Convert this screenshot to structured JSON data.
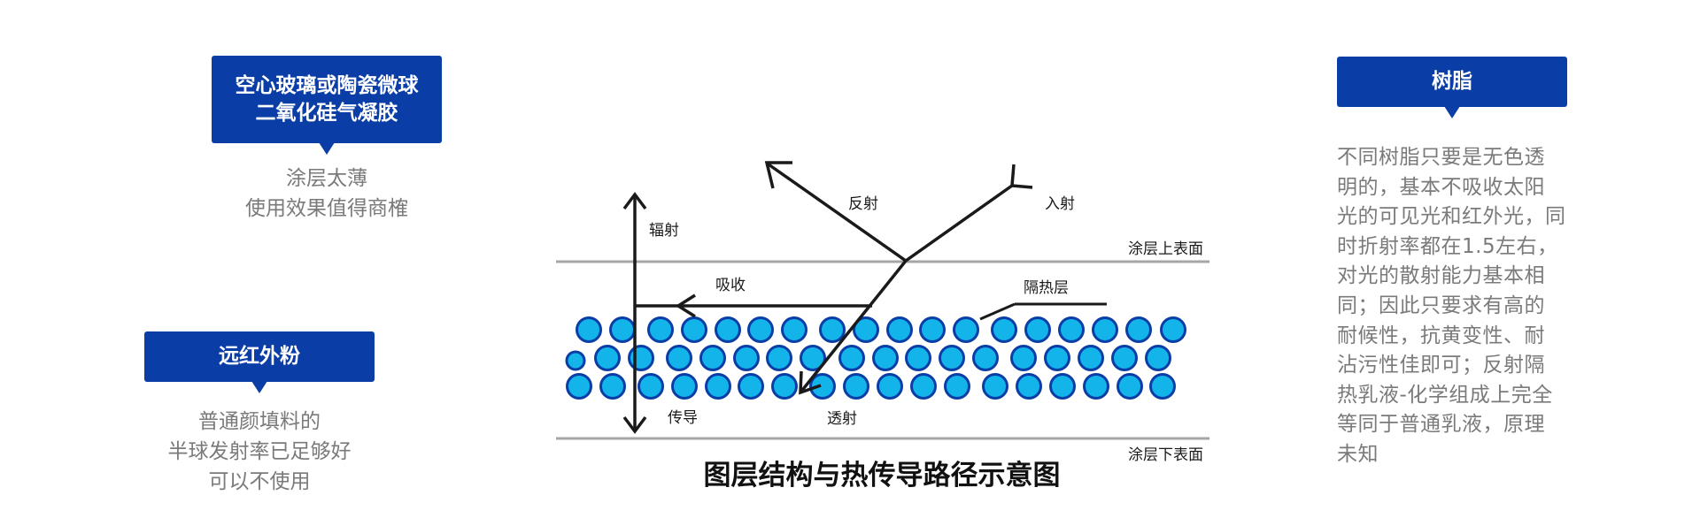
{
  "callouts": [
    {
      "title_lines": [
        "空心玻璃或陶瓷微球",
        "二氧化硅气凝胶"
      ],
      "note_lines": [
        "涂层太薄",
        "使用效果值得商榷"
      ]
    },
    {
      "title_lines": [
        "远红外粉"
      ],
      "note_lines": [
        "普通颜填料的",
        "半球发射率已足够好",
        "可以不使用"
      ]
    },
    {
      "title_lines": [
        "树脂"
      ],
      "desc_lines": [
        "不同树脂只要是无色透",
        "明的，基本不吸收太阳",
        "光的可见光和红外光，同",
        "时折射率都在1.5左右，",
        "对光的散射能力基本相",
        "同；因此只要求有高的",
        "耐候性，抗黄变性、耐",
        "沾污性佳即可；反射隔",
        "热乳液-化学组成上完全",
        "等同于普通乳液，原理",
        "未知"
      ]
    }
  ],
  "diagram": {
    "title": "图层结构与热传导路径示意图",
    "labels": {
      "top_surface": "涂层上表面",
      "bottom_surface": "涂层下表面",
      "insulation_layer": "隔热层",
      "radiation": "辐射",
      "absorption": "吸收",
      "reflection": "反射",
      "incident": "入射",
      "conduction": "传导",
      "transmission": "透射"
    },
    "colors": {
      "sphere_fill": "#12b4ea",
      "sphere_stroke": "#0a3ea6",
      "surface_line": "#a6a6a6",
      "arrow": "#1a1a1a",
      "callout_bg": "#0a3ea6"
    }
  }
}
